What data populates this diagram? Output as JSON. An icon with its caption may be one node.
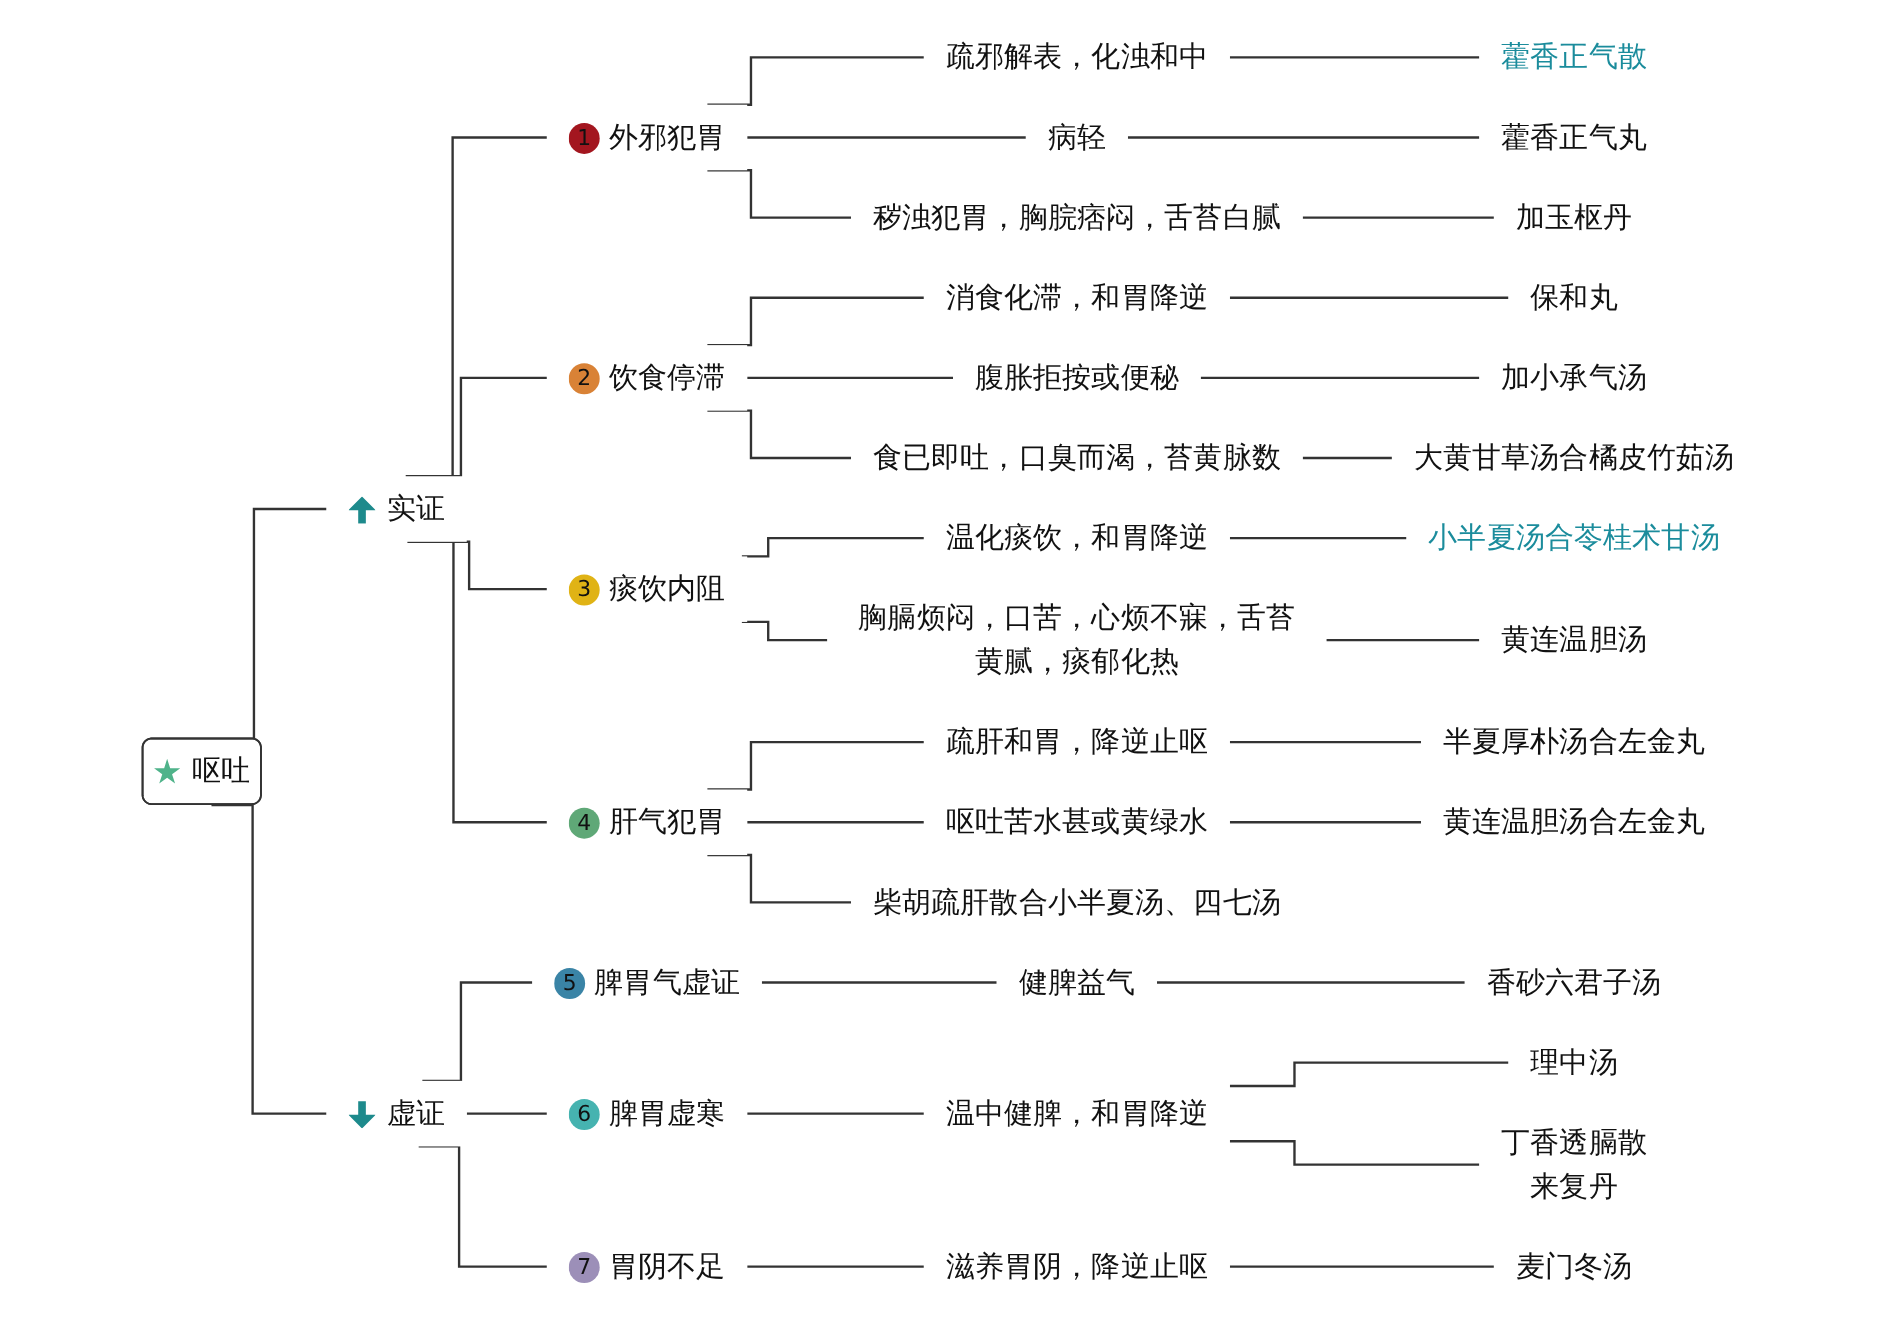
{
  "diagram": {
    "nodes": [
      {
        "text": [
          "呕吐"
        ]
      },
      {
        "text": [
          "实证"
        ]
      },
      {
        "text": [
          "1",
          "外邪犯胃"
        ]
      },
      {
        "text": [
          "疏邪解表，化浊和中"
        ]
      },
      {
        "text": [
          "藿香正气散"
        ]
      },
      {
        "text": [
          "病轻"
        ]
      },
      {
        "text": [
          "藿香正气丸"
        ]
      },
      {
        "text": [
          "秽浊犯胃，胸脘痞闷，舌苔白腻"
        ]
      },
      {
        "text": [
          "加玉枢丹"
        ]
      },
      {
        "text": [
          "2",
          "饮食停滞"
        ]
      },
      {
        "text": [
          "消食化滞，和胃降逆"
        ]
      },
      {
        "text": [
          "保和丸"
        ]
      },
      {
        "text": [
          "腹胀拒按或便秘"
        ]
      },
      {
        "text": [
          "加小承气汤"
        ]
      },
      {
        "text": [
          "食已即吐，口臭而渴，苔黄脉数"
        ]
      },
      {
        "text": [
          "大黄甘草汤合橘皮竹茹汤"
        ]
      },
      {
        "text": [
          "3",
          "痰饮内阻"
        ]
      },
      {
        "text": [
          "温化痰饮，和胃降逆"
        ]
      },
      {
        "text": [
          "小半夏汤合苓桂术甘汤"
        ]
      },
      {
        "text": [
          "胸膈烦闷，口苦，心烦不寐，舌苔黄腻，痰郁化热"
        ]
      },
      {
        "text": [
          "黄连温胆汤"
        ]
      },
      {
        "text": [
          "4",
          "肝气犯胃"
        ]
      },
      {
        "text": [
          "疏肝和胃，降逆止呕"
        ]
      },
      {
        "text": [
          "半夏厚朴汤合左金丸"
        ]
      },
      {
        "text": [
          "呕吐苦水甚或黄绿水"
        ]
      },
      {
        "text": [
          "黄连温胆汤合左金丸"
        ]
      },
      {
        "text": [
          "柴胡疏肝散合小半夏汤、四七汤"
        ]
      },
      {
        "text": [
          "虚证"
        ]
      },
      {
        "text": [
          "5",
          "脾胃气虚证"
        ]
      },
      {
        "text": [
          "健脾益气"
        ]
      },
      {
        "text": [
          "香砂六君子汤"
        ]
      },
      {
        "text": [
          "6",
          "脾胃虚寒"
        ]
      },
      {
        "text": [
          "温中健脾，和胃降逆"
        ]
      },
      {
        "text": [
          "理中汤"
        ]
      },
      {
        "text": [
          "丁香透膈散",
          "来复丹"
        ]
      },
      {
        "text": [
          "7",
          "胃阴不足"
        ]
      },
      {
        "text": [
          "滋养胃阴，降逆止呕"
        ]
      },
      {
        "text": [
          "麦门冬汤"
        ]
      }
    ],
    "edges": [
      {
        "from": 0,
        "to": 1,
        "arrow": "none"
      },
      {
        "from": 1,
        "to": 2,
        "arrow": "none"
      },
      {
        "from": 2,
        "to": 3,
        "arrow": "none"
      },
      {
        "from": 3,
        "to": 4,
        "arrow": "none"
      },
      {
        "from": 2,
        "to": 5,
        "arrow": "none"
      },
      {
        "from": 5,
        "to": 6,
        "arrow": "none"
      },
      {
        "from": 2,
        "to": 7,
        "arrow": "none"
      },
      {
        "from": 7,
        "to": 8,
        "arrow": "none"
      },
      {
        "from": 1,
        "to": 9,
        "arrow": "none"
      },
      {
        "from": 9,
        "to": 10,
        "arrow": "none"
      },
      {
        "from": 10,
        "to": 11,
        "arrow": "none"
      },
      {
        "from": 9,
        "to": 12,
        "arrow": "none"
      },
      {
        "from": 12,
        "to": 13,
        "arrow": "none"
      },
      {
        "from": 9,
        "to": 14,
        "arrow": "none"
      },
      {
        "from": 14,
        "to": 15,
        "arrow": "none"
      },
      {
        "from": 1,
        "to": 16,
        "arrow": "none"
      },
      {
        "from": 16,
        "to": 17,
        "arrow": "none"
      },
      {
        "from": 17,
        "to": 18,
        "arrow": "none"
      },
      {
        "from": 16,
        "to": 19,
        "arrow": "none"
      },
      {
        "from": 19,
        "to": 20,
        "arrow": "none"
      },
      {
        "from": 1,
        "to": 21,
        "arrow": "none"
      },
      {
        "from": 21,
        "to": 22,
        "arrow": "none"
      },
      {
        "from": 22,
        "to": 23,
        "arrow": "none"
      },
      {
        "from": 21,
        "to": 24,
        "arrow": "none"
      },
      {
        "from": 24,
        "to": 25,
        "arrow": "none"
      },
      {
        "from": 21,
        "to": 26,
        "arrow": "none"
      },
      {
        "from": 0,
        "to": 27,
        "arrow": "none"
      },
      {
        "from": 27,
        "to": 28,
        "arrow": "none"
      },
      {
        "from": 28,
        "to": 29,
        "arrow": "none"
      },
      {
        "from": 29,
        "to": 30,
        "arrow": "none"
      },
      {
        "from": 27,
        "to": 31,
        "arrow": "none"
      },
      {
        "from": 31,
        "to": 32,
        "arrow": "none"
      },
      {
        "from": 32,
        "to": 33,
        "arrow": "none"
      },
      {
        "from": 32,
        "to": 34,
        "arrow": "none"
      },
      {
        "from": 27,
        "to": 35,
        "arrow": "none"
      },
      {
        "from": 35,
        "to": 36,
        "arrow": "none"
      },
      {
        "from": 36,
        "to": 37,
        "arrow": "none"
      }
    ]
  }
}
